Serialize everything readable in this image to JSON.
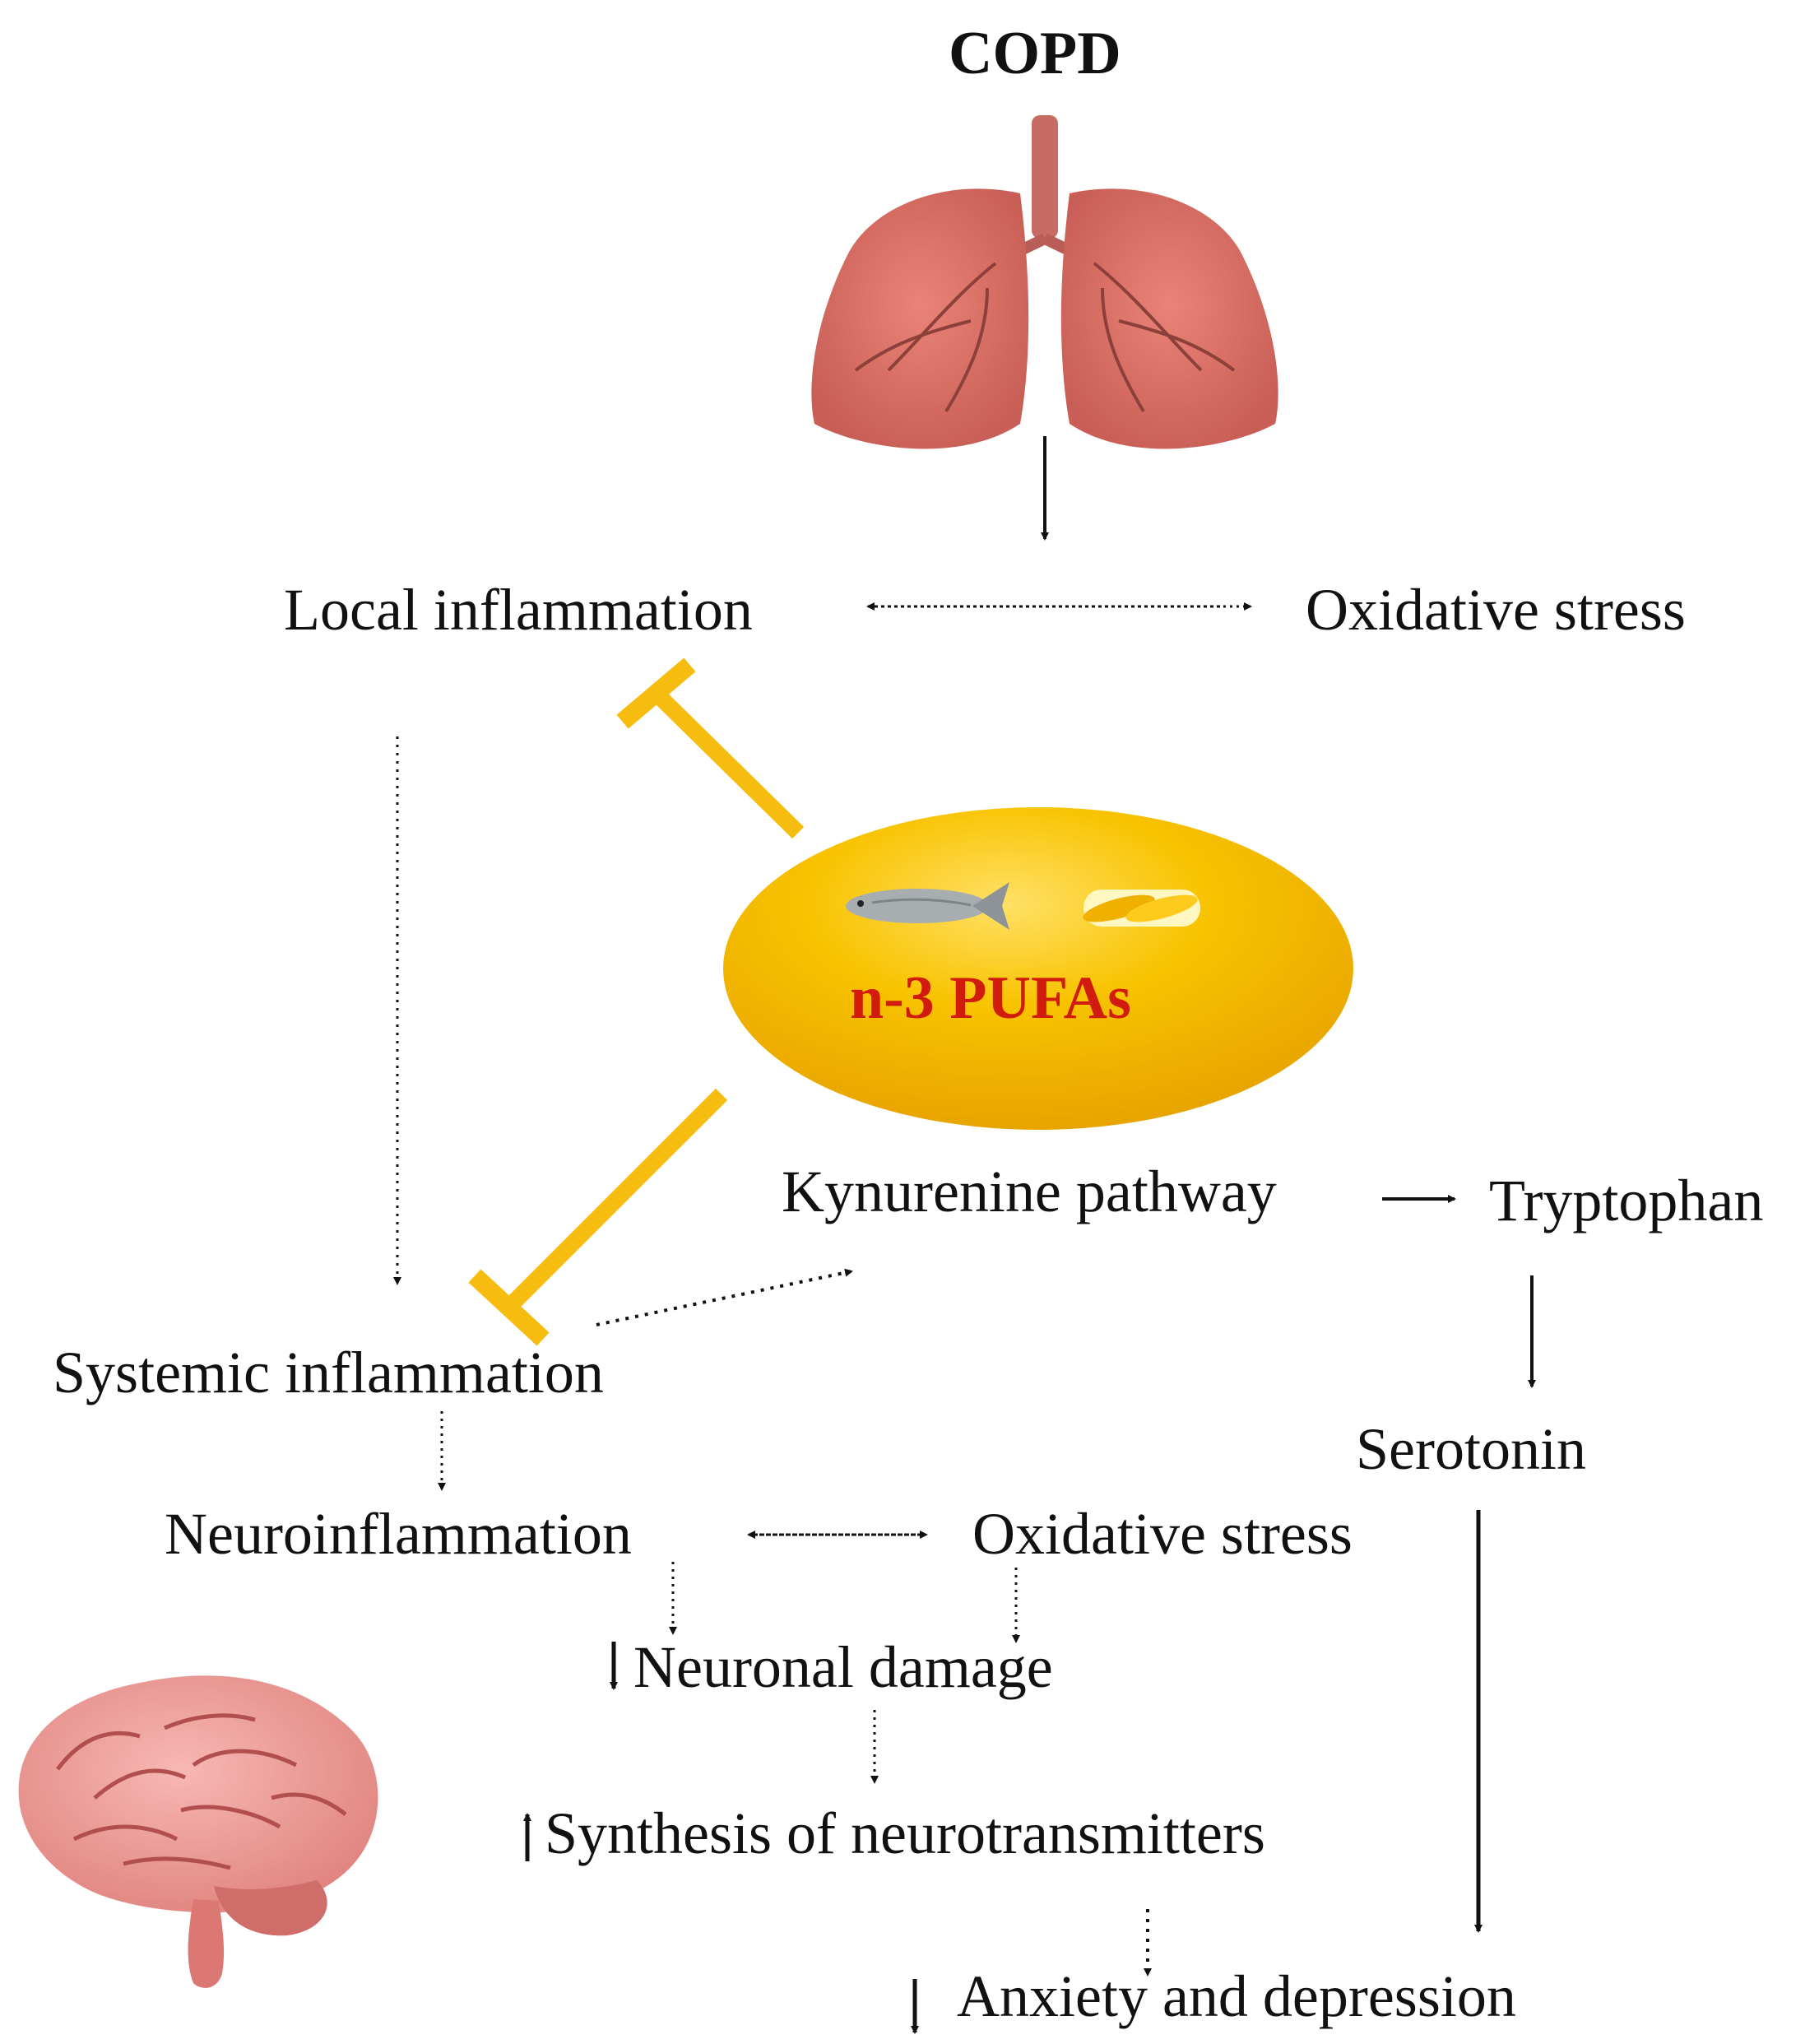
{
  "title": "COPD",
  "center": {
    "label": "n-3 PUFAs",
    "icons": [
      "fish-icon",
      "capsule-icon"
    ]
  },
  "nodes": {
    "local_inflammation": "Local inflammation",
    "oxidative_stress_top": "Oxidative stress",
    "systemic_inflammation": "Systemic inflammation",
    "kynurenine_pathway": "Kynurenine pathway",
    "tryptophan": "Tryptophan",
    "serotonin": "Serotonin",
    "neuroinflammation": "Neuroinflammation",
    "oxidative_stress_bottom": "Oxidative stress",
    "neuronal_damage": "Neuronal damage",
    "synthesis_neurotransmitters": "Synthesis of neurotransmitters",
    "anxiety_depression": "Anxiety and depression"
  },
  "colors": {
    "text": "#111111",
    "inhibitor": "#f6bc10",
    "ellipse": "#f7c100",
    "pufa_text": "#d11b0c",
    "lung": "#d96d63",
    "brain": "#f0a3a0"
  }
}
